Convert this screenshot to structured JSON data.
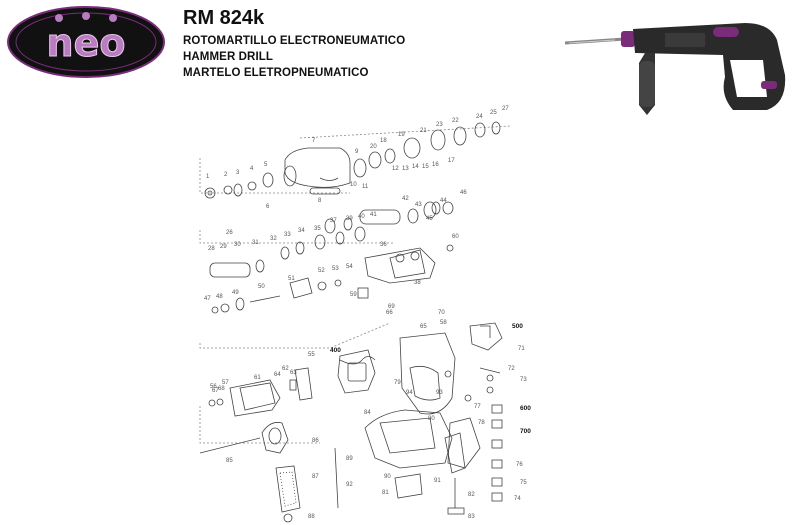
{
  "brand": {
    "logo_text": "neo",
    "color": "#7a2c7a"
  },
  "header": {
    "model": "RM 824k",
    "descriptions": [
      "ROTOMARTILLO ELECTRONEUMATICO",
      "HAMMER DRILL",
      "MARTELO ELETROPNEUMATICO"
    ]
  },
  "product_photo": {
    "icon": "hammer-drill-photo",
    "accent": "#b0409a"
  },
  "parts": {
    "labels": [
      "1",
      "2",
      "3",
      "4",
      "5",
      "6",
      "7",
      "8",
      "9",
      "10",
      "11",
      "12",
      "13",
      "14",
      "15",
      "16",
      "17",
      "18",
      "19",
      "20",
      "21",
      "22",
      "23",
      "24",
      "25",
      "26",
      "27",
      "28",
      "29",
      "30",
      "31",
      "32",
      "33",
      "34",
      "35",
      "36",
      "37",
      "38",
      "39",
      "40",
      "41",
      "42",
      "43",
      "44",
      "45",
      "46",
      "47",
      "48",
      "49",
      "50",
      "51",
      "52",
      "53",
      "54",
      "55",
      "56",
      "57",
      "58",
      "59",
      "60",
      "61",
      "62",
      "63",
      "64",
      "65",
      "66",
      "67",
      "68",
      "69",
      "70",
      "71",
      "72",
      "73",
      "74",
      "75",
      "76",
      "77",
      "78",
      "79",
      "80",
      "81",
      "82",
      "83",
      "84",
      "85",
      "86",
      "87",
      "88",
      "89",
      "90",
      "91",
      "92",
      "93",
      "94",
      "400",
      "500",
      "600",
      "700"
    ],
    "assemblies": [
      "400",
      "500",
      "600",
      "700"
    ]
  }
}
